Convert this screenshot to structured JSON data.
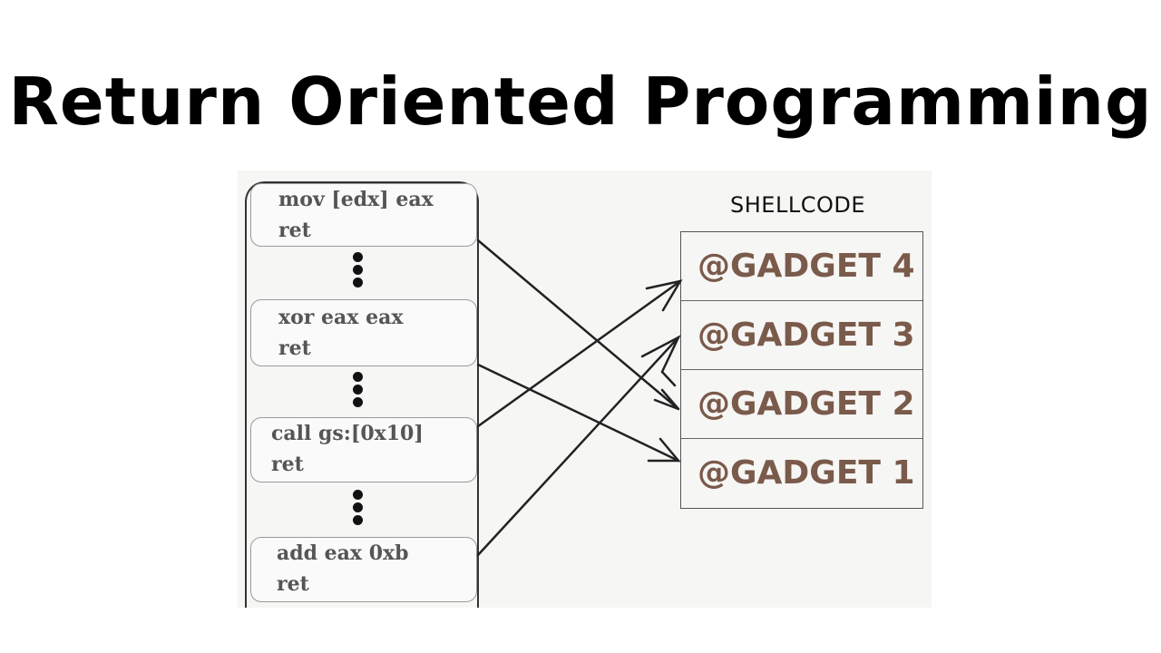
{
  "title": "Return Oriented Programming",
  "gadgets": [
    {
      "instr": "mov [edx] eax",
      "ret": "ret"
    },
    {
      "instr": "xor eax eax",
      "ret": "ret"
    },
    {
      "instr": "call gs:[0x10]",
      "ret": "ret"
    },
    {
      "instr": "add eax 0xb",
      "ret": "ret"
    }
  ],
  "shellcode": {
    "label": "SHELLCODE",
    "cells": [
      "@GADGET 4",
      "@GADGET 3",
      "@GADGET 2",
      "@GADGET 1"
    ]
  },
  "colors": {
    "gadget_text": "#7a5a4a",
    "code_text": "#555555"
  }
}
